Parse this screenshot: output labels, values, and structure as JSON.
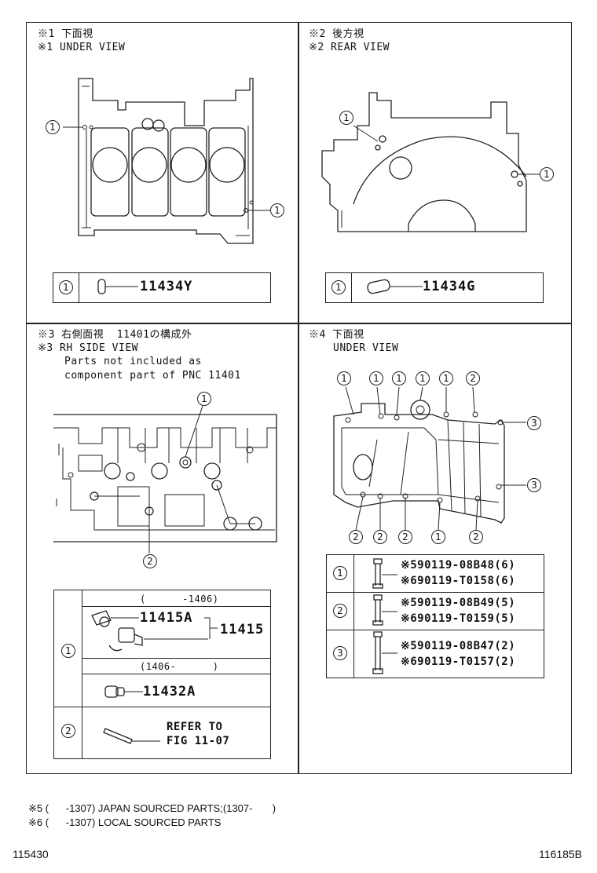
{
  "panels": {
    "p1": {
      "title_jp": "※1 下面視",
      "title_en": "※1 UNDER VIEW",
      "callout": "1",
      "part": "11434Y"
    },
    "p2": {
      "title_jp": "※2 後方視",
      "title_en": "※2 REAR VIEW",
      "callout": "1",
      "part": "11434G"
    },
    "p3": {
      "title_jp": "※3 右側面視  11401の構成外",
      "title_en": "※3 RH SIDE VIEW",
      "note1": "Parts not included as",
      "note2": "component part of PNC 11401",
      "callout1": "1",
      "callout2": "2",
      "date_to": "(      -1406)",
      "part_a": "11415A",
      "part_group": "11415",
      "date_from": "(1406-      )",
      "part_b": "11432A",
      "refer1": "REFER TO",
      "refer2": "FIG 11-07"
    },
    "p4": {
      "title_jp": "※4 下面視",
      "title_en": "UNDER VIEW",
      "callout1": "1",
      "callout2": "2",
      "callout3": "3",
      "rows": [
        {
          "a": "※590119-08B48(6)",
          "b": "※690119-T0158(6)"
        },
        {
          "a": "※590119-08B49(5)",
          "b": "※690119-T0159(5)"
        },
        {
          "a": "※590119-08B47(2)",
          "b": "※690119-T0157(2)"
        }
      ]
    }
  },
  "footnotes": {
    "n5": "※5 (      -1307) JAPAN SOURCED PARTS;(1307-       )",
    "n6": "※6 (      -1307) LOCAL SOURCED PARTS"
  },
  "page_left": "115430",
  "page_right": "116185B"
}
